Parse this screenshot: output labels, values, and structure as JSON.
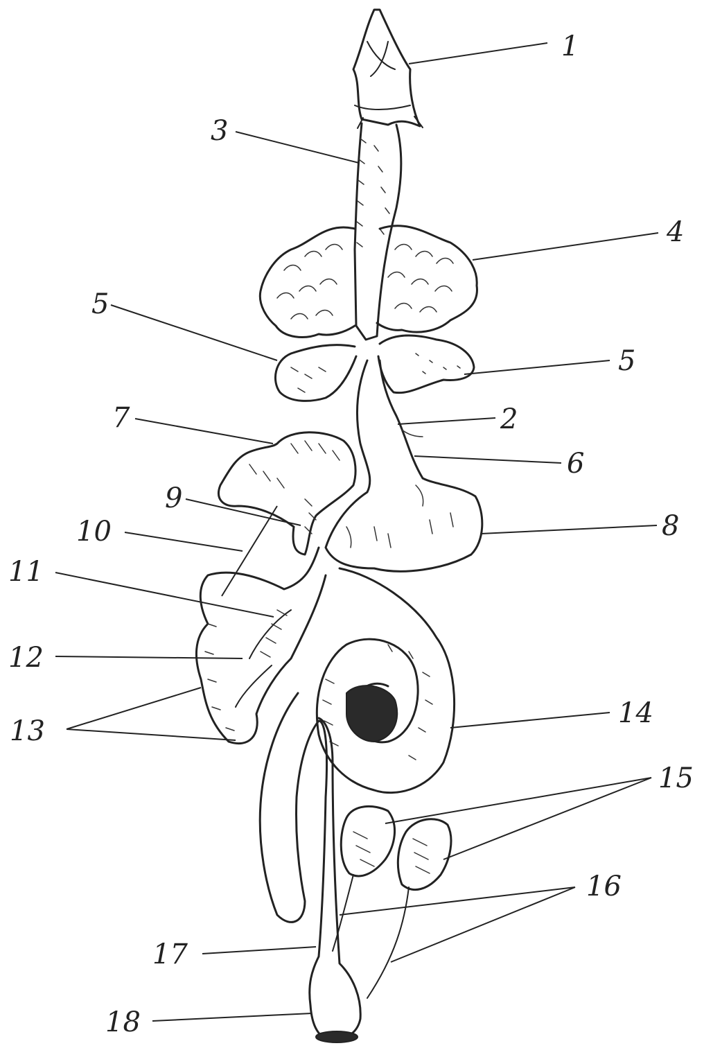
{
  "labels": {
    "l1": "1",
    "l2": "2",
    "l3": "3",
    "l4": "4",
    "l5a": "5",
    "l5b": "5",
    "l6": "6",
    "l7": "7",
    "l8": "8",
    "l9": "9",
    "l10": "10",
    "l11": "11",
    "l12": "12",
    "l13": "13",
    "l14": "14",
    "l15": "15",
    "l16": "16",
    "l17": "17",
    "l18": "18"
  }
}
